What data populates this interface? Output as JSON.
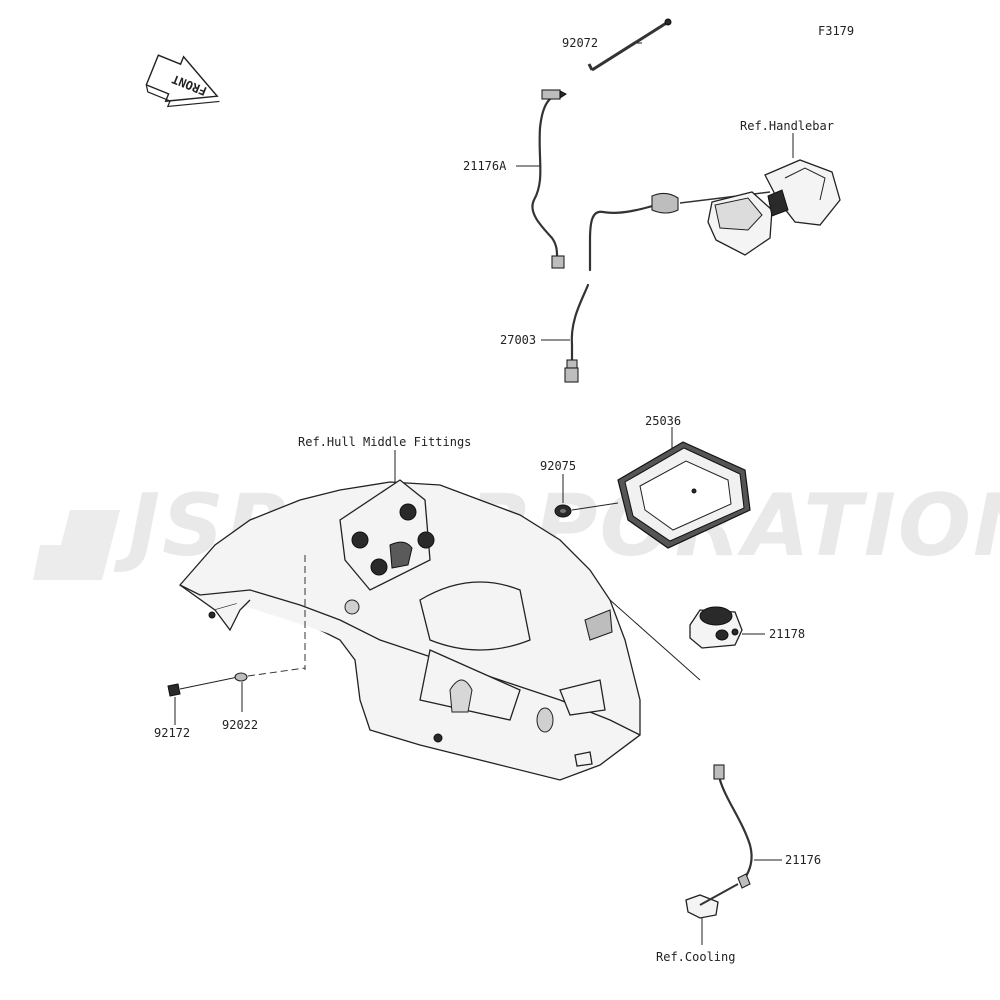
{
  "figure_code": "F3179",
  "front_arrow_label": "FRONT",
  "watermark": "JSR CORPORATION",
  "refs": {
    "handlebar": "Ref.Handlebar",
    "hull_middle_fittings": "Ref.Hull Middle Fittings",
    "cooling": "Ref.Cooling"
  },
  "parts": {
    "p92072": "92072",
    "p21176A": "21176A",
    "p27003": "27003",
    "p25036": "25036",
    "p92075": "92075",
    "p21178": "21178",
    "p92172": "92172",
    "p92022": "92022",
    "p21176": "21176"
  }
}
